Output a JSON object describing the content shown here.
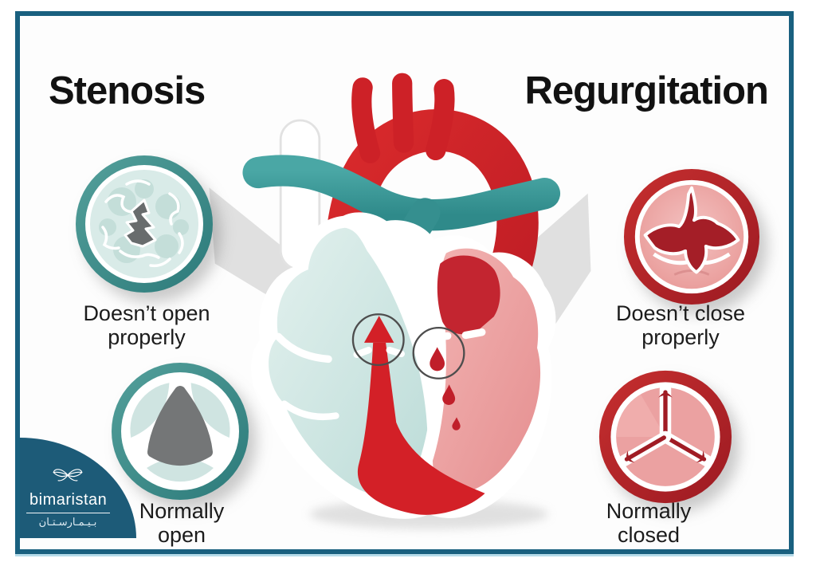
{
  "titles": {
    "left": "Stenosis",
    "right": "Regurgitation"
  },
  "captions": {
    "stenosis_abnormal": {
      "line1": "Doesn’t open",
      "line2": "properly"
    },
    "stenosis_normal": {
      "line1": "Normally",
      "line2": "open"
    },
    "regurgitation_abnormal": {
      "line1": "Doesn’t close",
      "line2": "properly"
    },
    "regurgitation_normal": {
      "line1": "Normally",
      "line2": "closed"
    }
  },
  "logo": {
    "brand": "bimaristan",
    "brand_arabic": "بـيـمـارسـتـان"
  },
  "legend": {
    "stenosis_valve": "calcified valve with narrow jagged opening",
    "open_valve": "healthy valve fully open (large orifice)",
    "regurgitation_valve": "valve leaflets leaving central gap",
    "closed_valve": "healthy valve fully closed (Y-shaped coaptation)"
  },
  "colors": {
    "frame_border": "#19607f",
    "stenosis_accent": "#3f8e8b",
    "regurgitation_accent": "#b22028",
    "heart_red": "#ce2127",
    "artery_teal": "#3d9a9a",
    "chamber_blue": "#d4e8e5",
    "chamber_pink": "#eda2a2",
    "logo_background": "#1d5b78",
    "text": "#1b1b1b"
  }
}
